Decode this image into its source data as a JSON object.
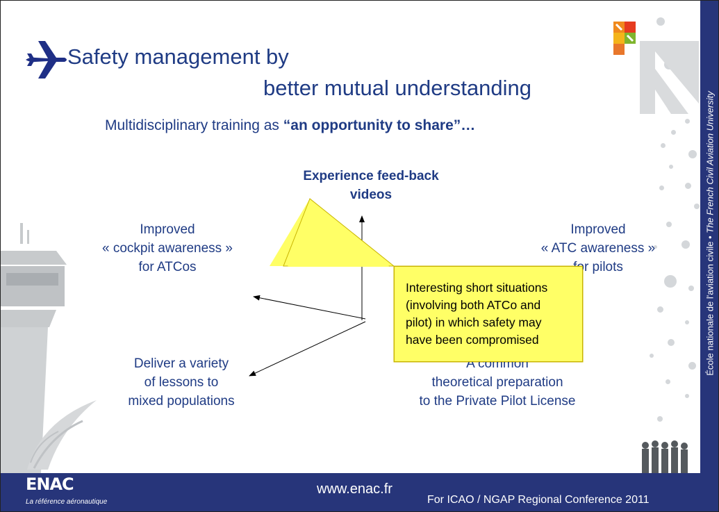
{
  "slide": {
    "title_line1": "Safety management by",
    "title_line2": "better mutual understanding",
    "subtitle_normal": "Multidisciplinary training as ",
    "subtitle_bold": "“an opportunity to share”…",
    "center": [
      "Experience feed-back",
      "videos"
    ],
    "nodes": {
      "top_left": [
        "Improved",
        "« cockpit awareness »",
        "for ATCos"
      ],
      "top_right": [
        "Improved",
        "« ATC awareness »",
        "for pilots"
      ],
      "bottom_left": [
        "Deliver a variety",
        "of lessons to",
        "mixed populations"
      ],
      "bottom_right": [
        "A common",
        "theoretical preparation",
        "to the Private Pilot License"
      ]
    },
    "callout": [
      "Interesting short situations",
      "(involving both ATCo and",
      "pilot) in which safety may",
      "have been compromised"
    ]
  },
  "sidebar": {
    "text_normal": "École nationale de l'aviation civile • ",
    "text_italic": "The French Civil Aviation University"
  },
  "footer": {
    "url": "www.enac.fr",
    "conference": "For ICAO / NGAP Regional Conference 2011",
    "logo_text": "ENAC",
    "logo_tagline": "La référence aéronautique"
  },
  "icons": {
    "plane": "airplane-icon",
    "corner": "enac-corner-logo",
    "tower": "control-tower-image",
    "people": "people-silhouettes"
  },
  "colors": {
    "title": "#1f3b84",
    "band": "#27357a",
    "callout_fill": "#ffff66",
    "callout_border": "#c8b400",
    "plane": "#1f2f86"
  }
}
